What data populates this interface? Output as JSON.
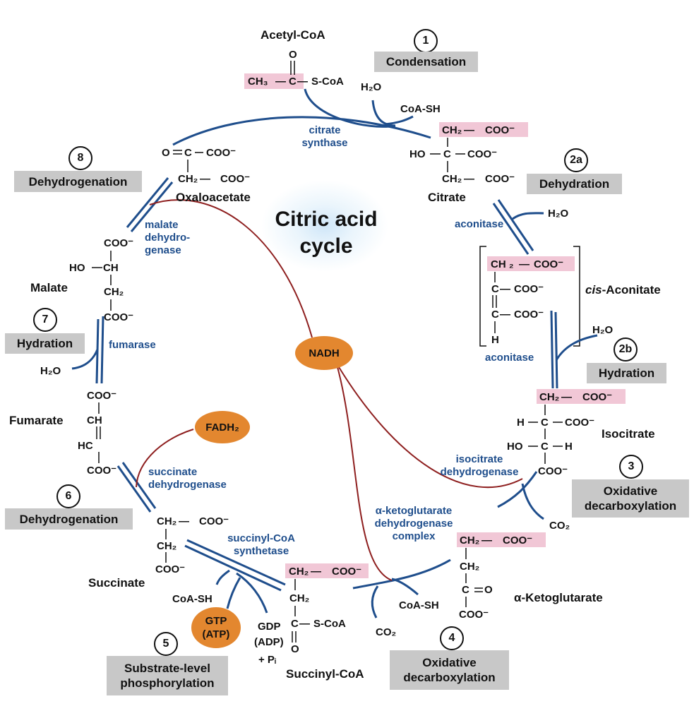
{
  "title": {
    "line1": "Citric acid",
    "line2": "cycle"
  },
  "steps": {
    "s1": {
      "num": "1",
      "label": "Condensation"
    },
    "s2a": {
      "num": "2a",
      "label": "Dehydration"
    },
    "s2b": {
      "num": "2b",
      "label": "Hydration"
    },
    "s3": {
      "num": "3",
      "label1": "Oxidative",
      "label2": "decarboxylation"
    },
    "s4": {
      "num": "4",
      "label1": "Oxidative",
      "label2": "decarboxylation"
    },
    "s5": {
      "num": "5",
      "label1": "Substrate-level",
      "label2": "phosphorylation"
    },
    "s6": {
      "num": "6",
      "label": "Dehydrogenation"
    },
    "s7": {
      "num": "7",
      "label": "Hydration"
    },
    "s8": {
      "num": "8",
      "label": "Dehydrogenation"
    }
  },
  "enzymes": {
    "citrate_synthase": {
      "l1": "citrate",
      "l2": "synthase"
    },
    "aconitase1": "aconitase",
    "aconitase2": "aconitase",
    "idh": {
      "l1": "isocitrate",
      "l2": "dehydrogenase"
    },
    "akgdh": {
      "l1": "α-ketoglutarate",
      "l2": "dehydrogenase",
      "l3": "complex"
    },
    "scs": {
      "l1": "succinyl-CoA",
      "l2": "synthetase"
    },
    "sdh": {
      "l1": "succinate",
      "l2": "dehydrogenase"
    },
    "fumarase": "fumarase",
    "mdh": {
      "l1": "malate",
      "l2": "dehydro-",
      "l3": "genase"
    }
  },
  "compounds": {
    "acetyl_coa": "Acetyl-CoA",
    "citrate": "Citrate",
    "cis_aconitate_prefix": "cis",
    "cis_aconitate_rest": "-Aconitate",
    "isocitrate": "Isocitrate",
    "akg": "α-Ketoglutarate",
    "succinyl_coa": "Succinyl-CoA",
    "succinate": "Succinate",
    "fumarate": "Fumarate",
    "malate": "Malate",
    "oxaloacetate": "Oxaloacetate"
  },
  "chem": {
    "o": "O",
    "c": "C",
    "h": "H",
    "ch": "CH",
    "hc": "HC",
    "ho": "HO",
    "ch3": "CH₃",
    "ch2": "CH₂",
    "ch2_spaced": "CH ₂",
    "coo": "COO⁻",
    "scoa": "S-CoA",
    "co2": "CO₂",
    "h2o": "H₂O",
    "coash": "CoA-SH",
    "gdp": "GDP",
    "adp": "(ADP)",
    "pi": "+ Pᵢ",
    "dash": "—",
    "dbl": "="
  },
  "cofactors": {
    "nadh": "NADH",
    "fadh2": "FADH₂",
    "gtp": "GTP",
    "atp": "(ATP)"
  },
  "colors": {
    "blue": "#1f4e8c",
    "red": "#8e1f1f",
    "orange": "#e3872f",
    "pink": "#f1c7d6",
    "gray": "#c8c8c8"
  }
}
